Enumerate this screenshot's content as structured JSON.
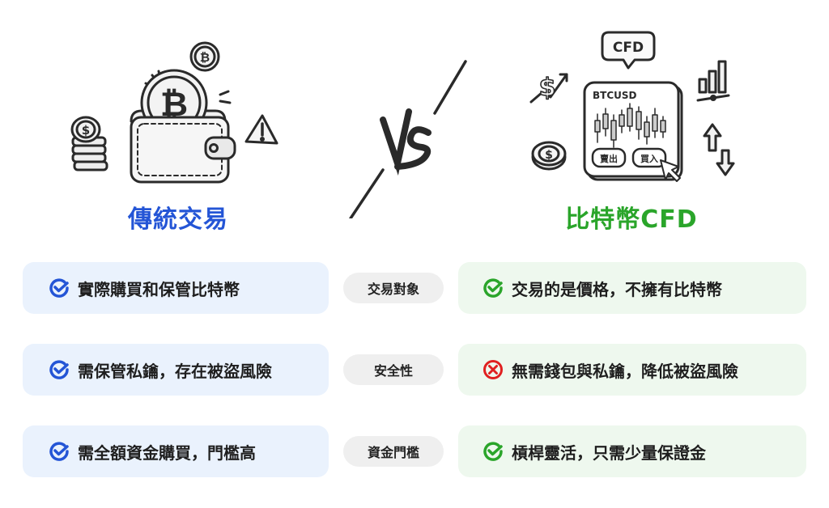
{
  "left": {
    "title": "傳統交易",
    "title_color": "#2455d6",
    "card_bg": "#eaf2fd",
    "illustration": "wallet-bitcoin-illustration"
  },
  "right": {
    "title": "比特幣CFD",
    "title_color": "#2aa52a",
    "card_bg": "#eef8ee",
    "illustration": "cfd-trading-illustration",
    "screen": {
      "symbol": "BTCUSD",
      "sell_label": "賣出",
      "buy_label": "買入",
      "bubble_label": "CFD"
    }
  },
  "vs_label": "Vs",
  "rows": [
    {
      "category": "交易對象",
      "left": {
        "text": "實際購買和保管比特幣",
        "icon": "check-circle-icon",
        "icon_color": "#2455d6"
      },
      "right": {
        "text": "交易的是價格，不擁有比特幣",
        "icon": "check-circle-icon",
        "icon_color": "#2aa52a"
      }
    },
    {
      "category": "安全性",
      "left": {
        "text": "需保管私鑰，存在被盜風險",
        "icon": "check-circle-icon",
        "icon_color": "#2455d6"
      },
      "right": {
        "text": "無需錢包與私鑰，降低被盜風險",
        "icon": "x-circle-icon",
        "icon_color": "#e02020"
      }
    },
    {
      "category": "資金門檻",
      "left": {
        "text": "需全額資金購買，門檻高",
        "icon": "check-circle-icon",
        "icon_color": "#2455d6"
      },
      "right": {
        "text": "槓桿靈活，只需少量保證金",
        "icon": "check-circle-icon",
        "icon_color": "#2aa52a"
      }
    }
  ]
}
